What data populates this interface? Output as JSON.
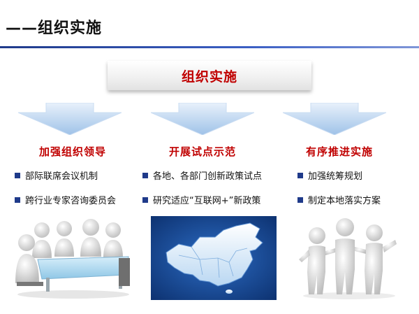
{
  "header": {
    "title": "——组织实施"
  },
  "banner": {
    "label": "组织实施"
  },
  "columns": [
    {
      "heading": "加强组织领导",
      "items": [
        "部际联席会议机制",
        "跨行业专家咨询委员会"
      ]
    },
    {
      "heading": "开展试点示范",
      "items": [
        "各地、各部门创新政策试点",
        "研究适应“互联网+”新政策"
      ]
    },
    {
      "heading": "有序推进实施",
      "items": [
        "加强统筹规划",
        "制定本地落实方案"
      ]
    }
  ],
  "colors": {
    "accent_red": "#c00000",
    "title_rule": "#1f3a8a",
    "bullet": "#1f3a8a",
    "arrow": "#a8c8ea",
    "map_background": "#123d8c"
  }
}
